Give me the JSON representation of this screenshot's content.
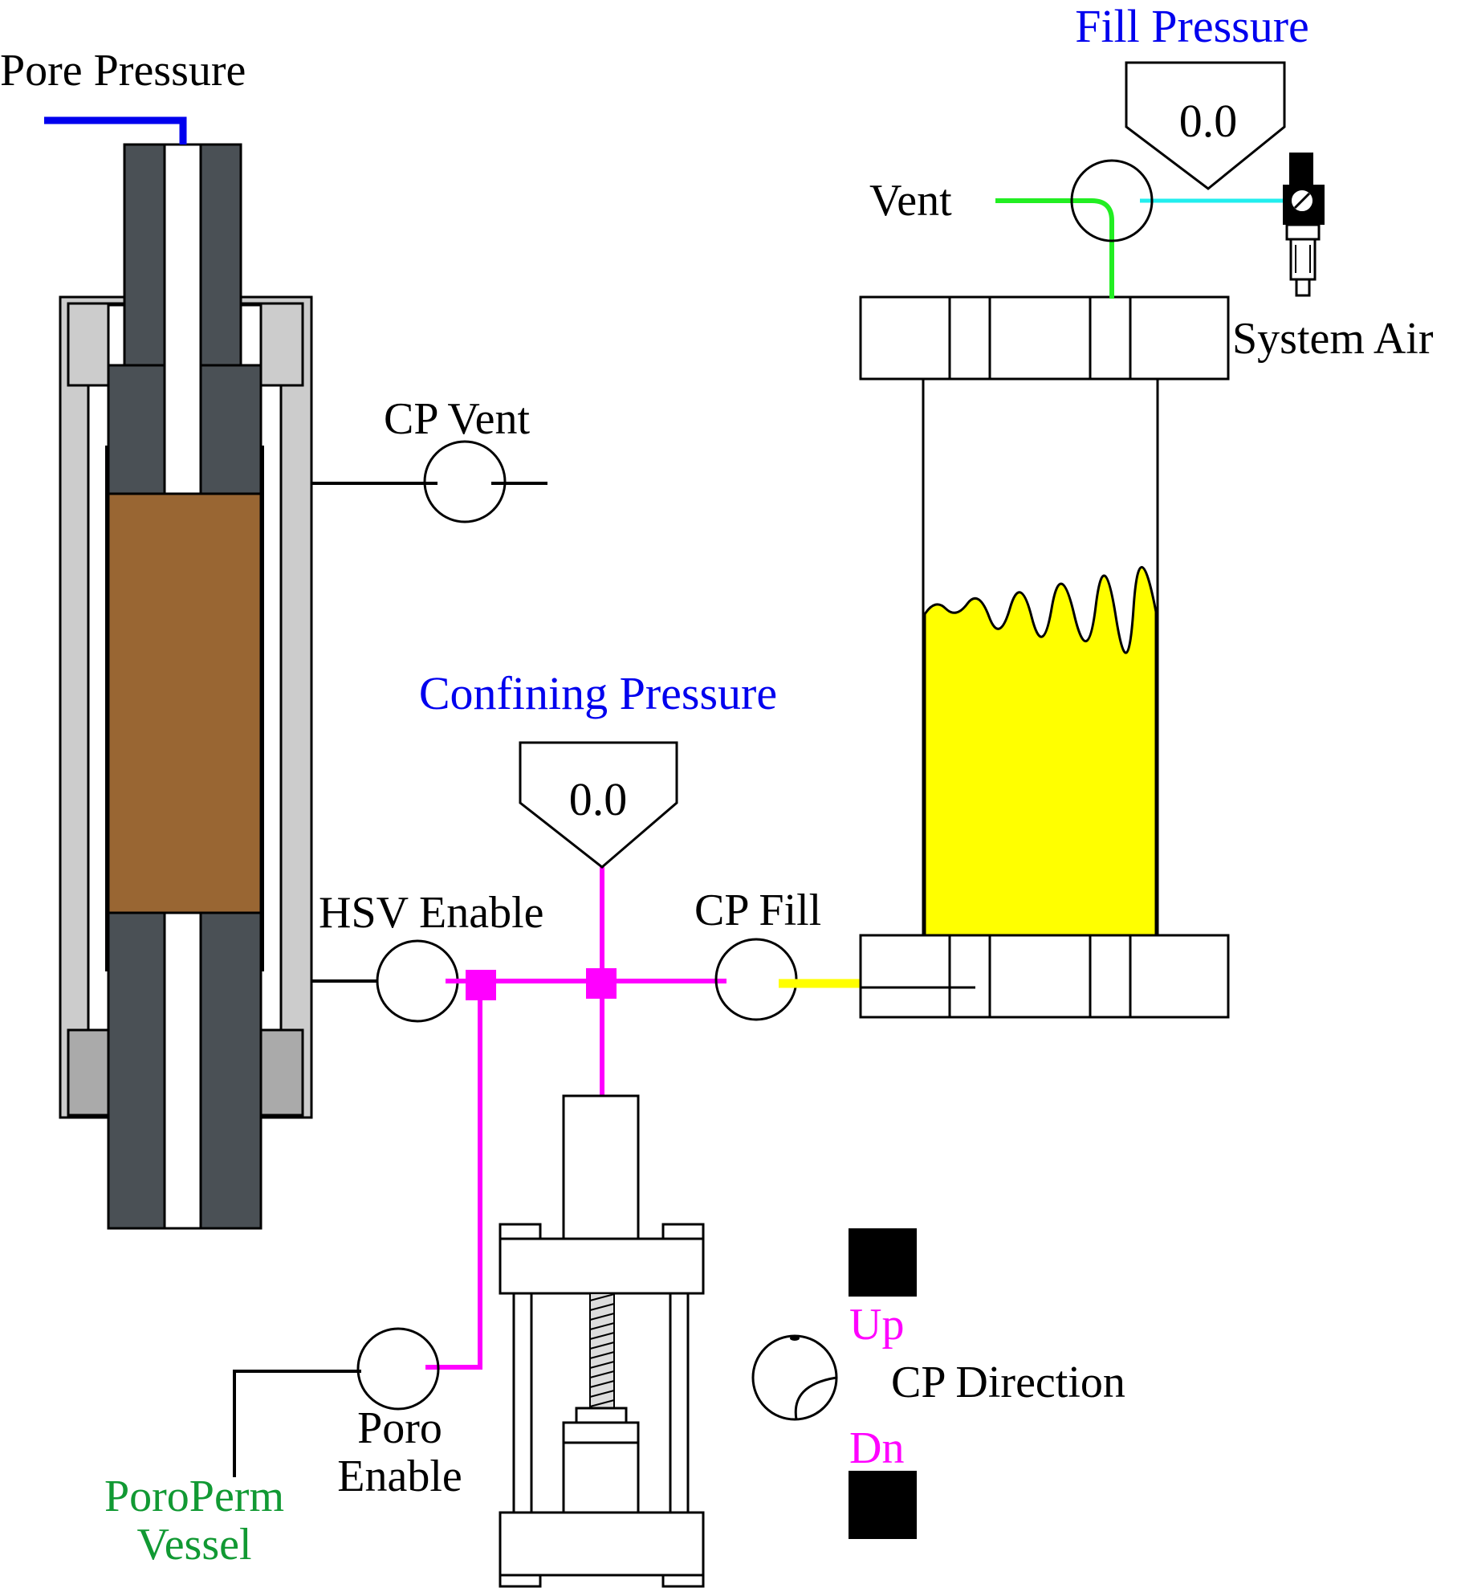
{
  "labels": {
    "pore_pressure": "Pore Pressure",
    "fill_pressure": "Fill Pressure",
    "vent": "Vent",
    "system_air": "System Air",
    "cp_vent": "CP Vent",
    "confining_pressure": "Confining Pressure",
    "hsv_enable": "HSV Enable",
    "cp_fill": "CP Fill",
    "poro_enable_line1": "Poro",
    "poro_enable_line2": "Enable",
    "poroperm_vessel_line1": "PoroPerm",
    "poroperm_vessel_line2": "Vessel",
    "up": "Up",
    "dn": "Dn",
    "cp_direction": "CP Direction"
  },
  "gauges": {
    "fill_pressure_value": "0.0",
    "confining_pressure_value": "0.0"
  },
  "colors": {
    "pore_line": "#0000ee",
    "title_blue": "#0000ee",
    "vent_line": "#22ee22",
    "air_line": "#22eeee",
    "confining_line": "#ff00ff",
    "fill_line": "#ffff00",
    "fluid": "#ffff00",
    "core_sample": "#996633",
    "piston_dark": "#4a5055",
    "vessel_gray": "#cccccc",
    "poroperm_green": "#119933",
    "direction_magenta": "#ff00ff"
  }
}
